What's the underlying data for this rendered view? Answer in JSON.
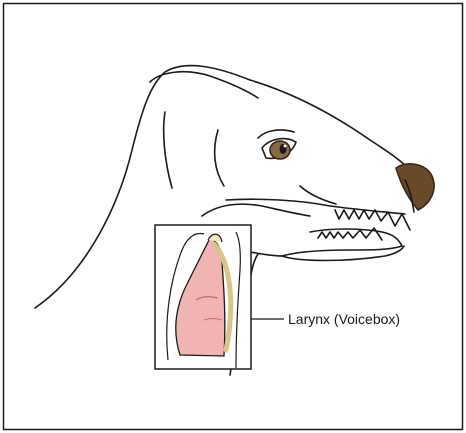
{
  "diagram": {
    "labels": {
      "larynx": "Larynx (Voicebox)"
    },
    "colors": {
      "outline": "#1a1a1a",
      "nose": "#6b4a2a",
      "eye_iris": "#8a6a45",
      "tissue_fill": "#f2b3b3",
      "cartilage_fill": "#f4e6c2",
      "background": "#ffffff"
    },
    "icons": [
      "dog-head-illustration",
      "larynx-inset"
    ]
  }
}
